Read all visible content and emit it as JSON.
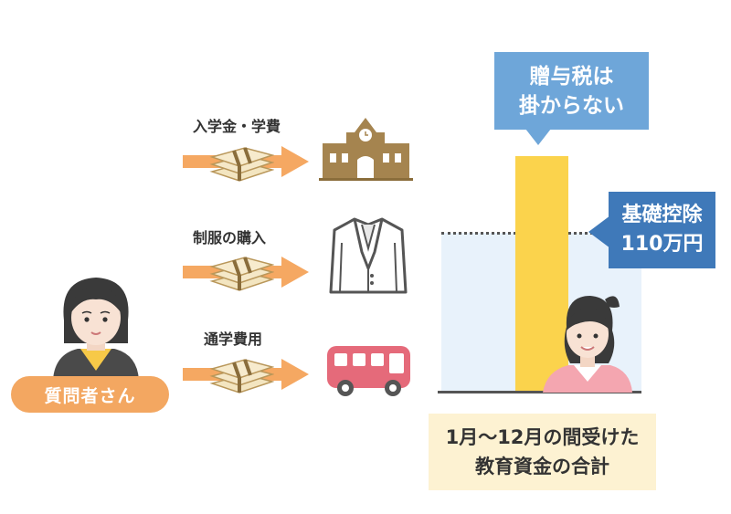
{
  "person": {
    "label": "質問者さん"
  },
  "flows": [
    {
      "label": "入学金・学費",
      "icon": "school-building-icon"
    },
    {
      "label": "制服の購入",
      "icon": "blazer-uniform-icon"
    },
    {
      "label": "通学費用",
      "icon": "bus-icon"
    }
  ],
  "callouts": {
    "gift_tax_line1": "贈与税は",
    "gift_tax_line2": "掛からない",
    "deduction_line1": "基礎控除",
    "deduction_line2": "110万円"
  },
  "summary": {
    "line1": "1月～12月の間受けた",
    "line2": "教育資金の合計"
  },
  "colors": {
    "arrow": "#f5a862",
    "badge": "#f3a761",
    "bar": "#fbd34c",
    "deduction_box": "#e8f2fb",
    "callout_light": "#6ea6d9",
    "callout_dark": "#3f79b9",
    "summary_bg": "#fdf2d2"
  }
}
